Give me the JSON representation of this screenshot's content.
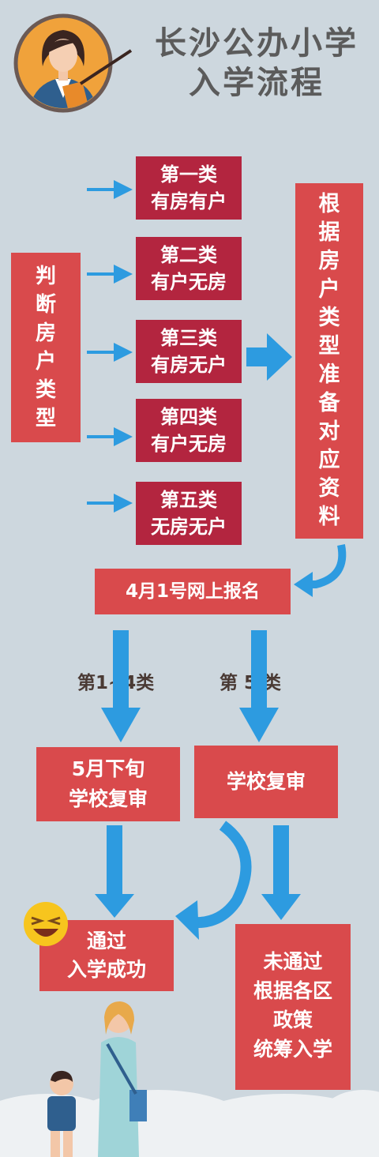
{
  "title": {
    "line1": "长沙公办小学",
    "line2": "入学流程"
  },
  "judge_label": [
    "判",
    "断",
    "房",
    "户",
    "类",
    "型"
  ],
  "categories": [
    {
      "name": "第一类",
      "desc": "有房有户"
    },
    {
      "name": "第二类",
      "desc": "有户无房"
    },
    {
      "name": "第三类",
      "desc": "有房无户"
    },
    {
      "name": "第四类",
      "desc": "有户无房"
    },
    {
      "name": "第五类",
      "desc": "无房无户"
    }
  ],
  "prepare_label": [
    "根",
    "据",
    "房",
    "户",
    "类",
    "型",
    "准",
    "备",
    "对",
    "应",
    "资",
    "料"
  ],
  "register": "4月1号网上报名",
  "branch_left": "第1~4类",
  "branch_right": "第 5 类",
  "review_left": {
    "line1": "5月下旬",
    "line2": "学校复审"
  },
  "review_right": "学校复审",
  "pass": {
    "line1": "通过",
    "line2": "入学成功"
  },
  "fail": {
    "line1": "未通过",
    "line2": "根据各区",
    "line3": "政策",
    "line4": "统筹入学"
  },
  "colors": {
    "background": "#cdd7de",
    "dark_red": "#b3253f",
    "red": "#d94a4c",
    "arrow": "#2d9be0",
    "text_gray": "#5b5b5b"
  }
}
